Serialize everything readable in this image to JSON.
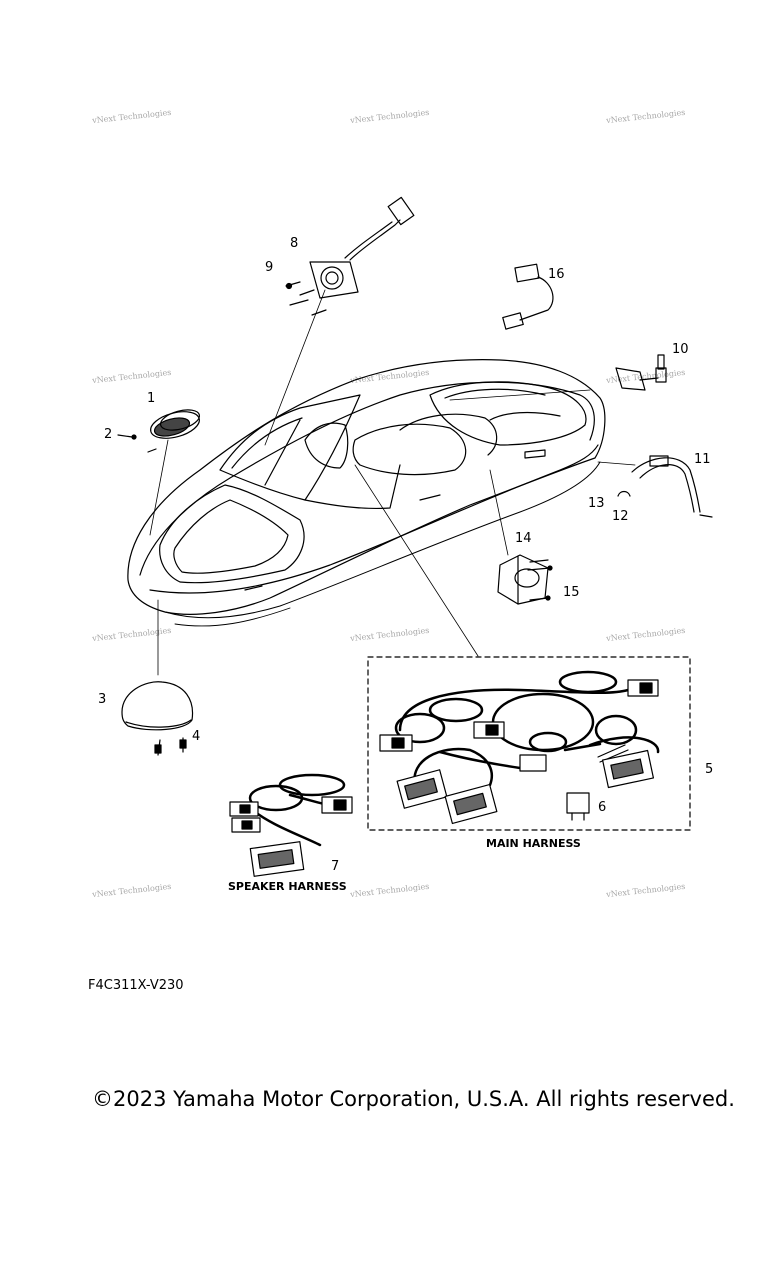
{
  "watermark": {
    "text": "vNext Technologies"
  },
  "callouts": [
    "1",
    "2",
    "3",
    "4",
    "5",
    "6",
    "7",
    "8",
    "9",
    "10",
    "11",
    "12",
    "13",
    "14",
    "15",
    "16"
  ],
  "captions": {
    "main_harness": "MAIN HARNESS",
    "speaker_harness": "SPEAKER HARNESS"
  },
  "diagram_code": "F4C311X-V230",
  "copyright": "©2023 Yamaha Motor Corporation, U.S.A. All rights reserved."
}
